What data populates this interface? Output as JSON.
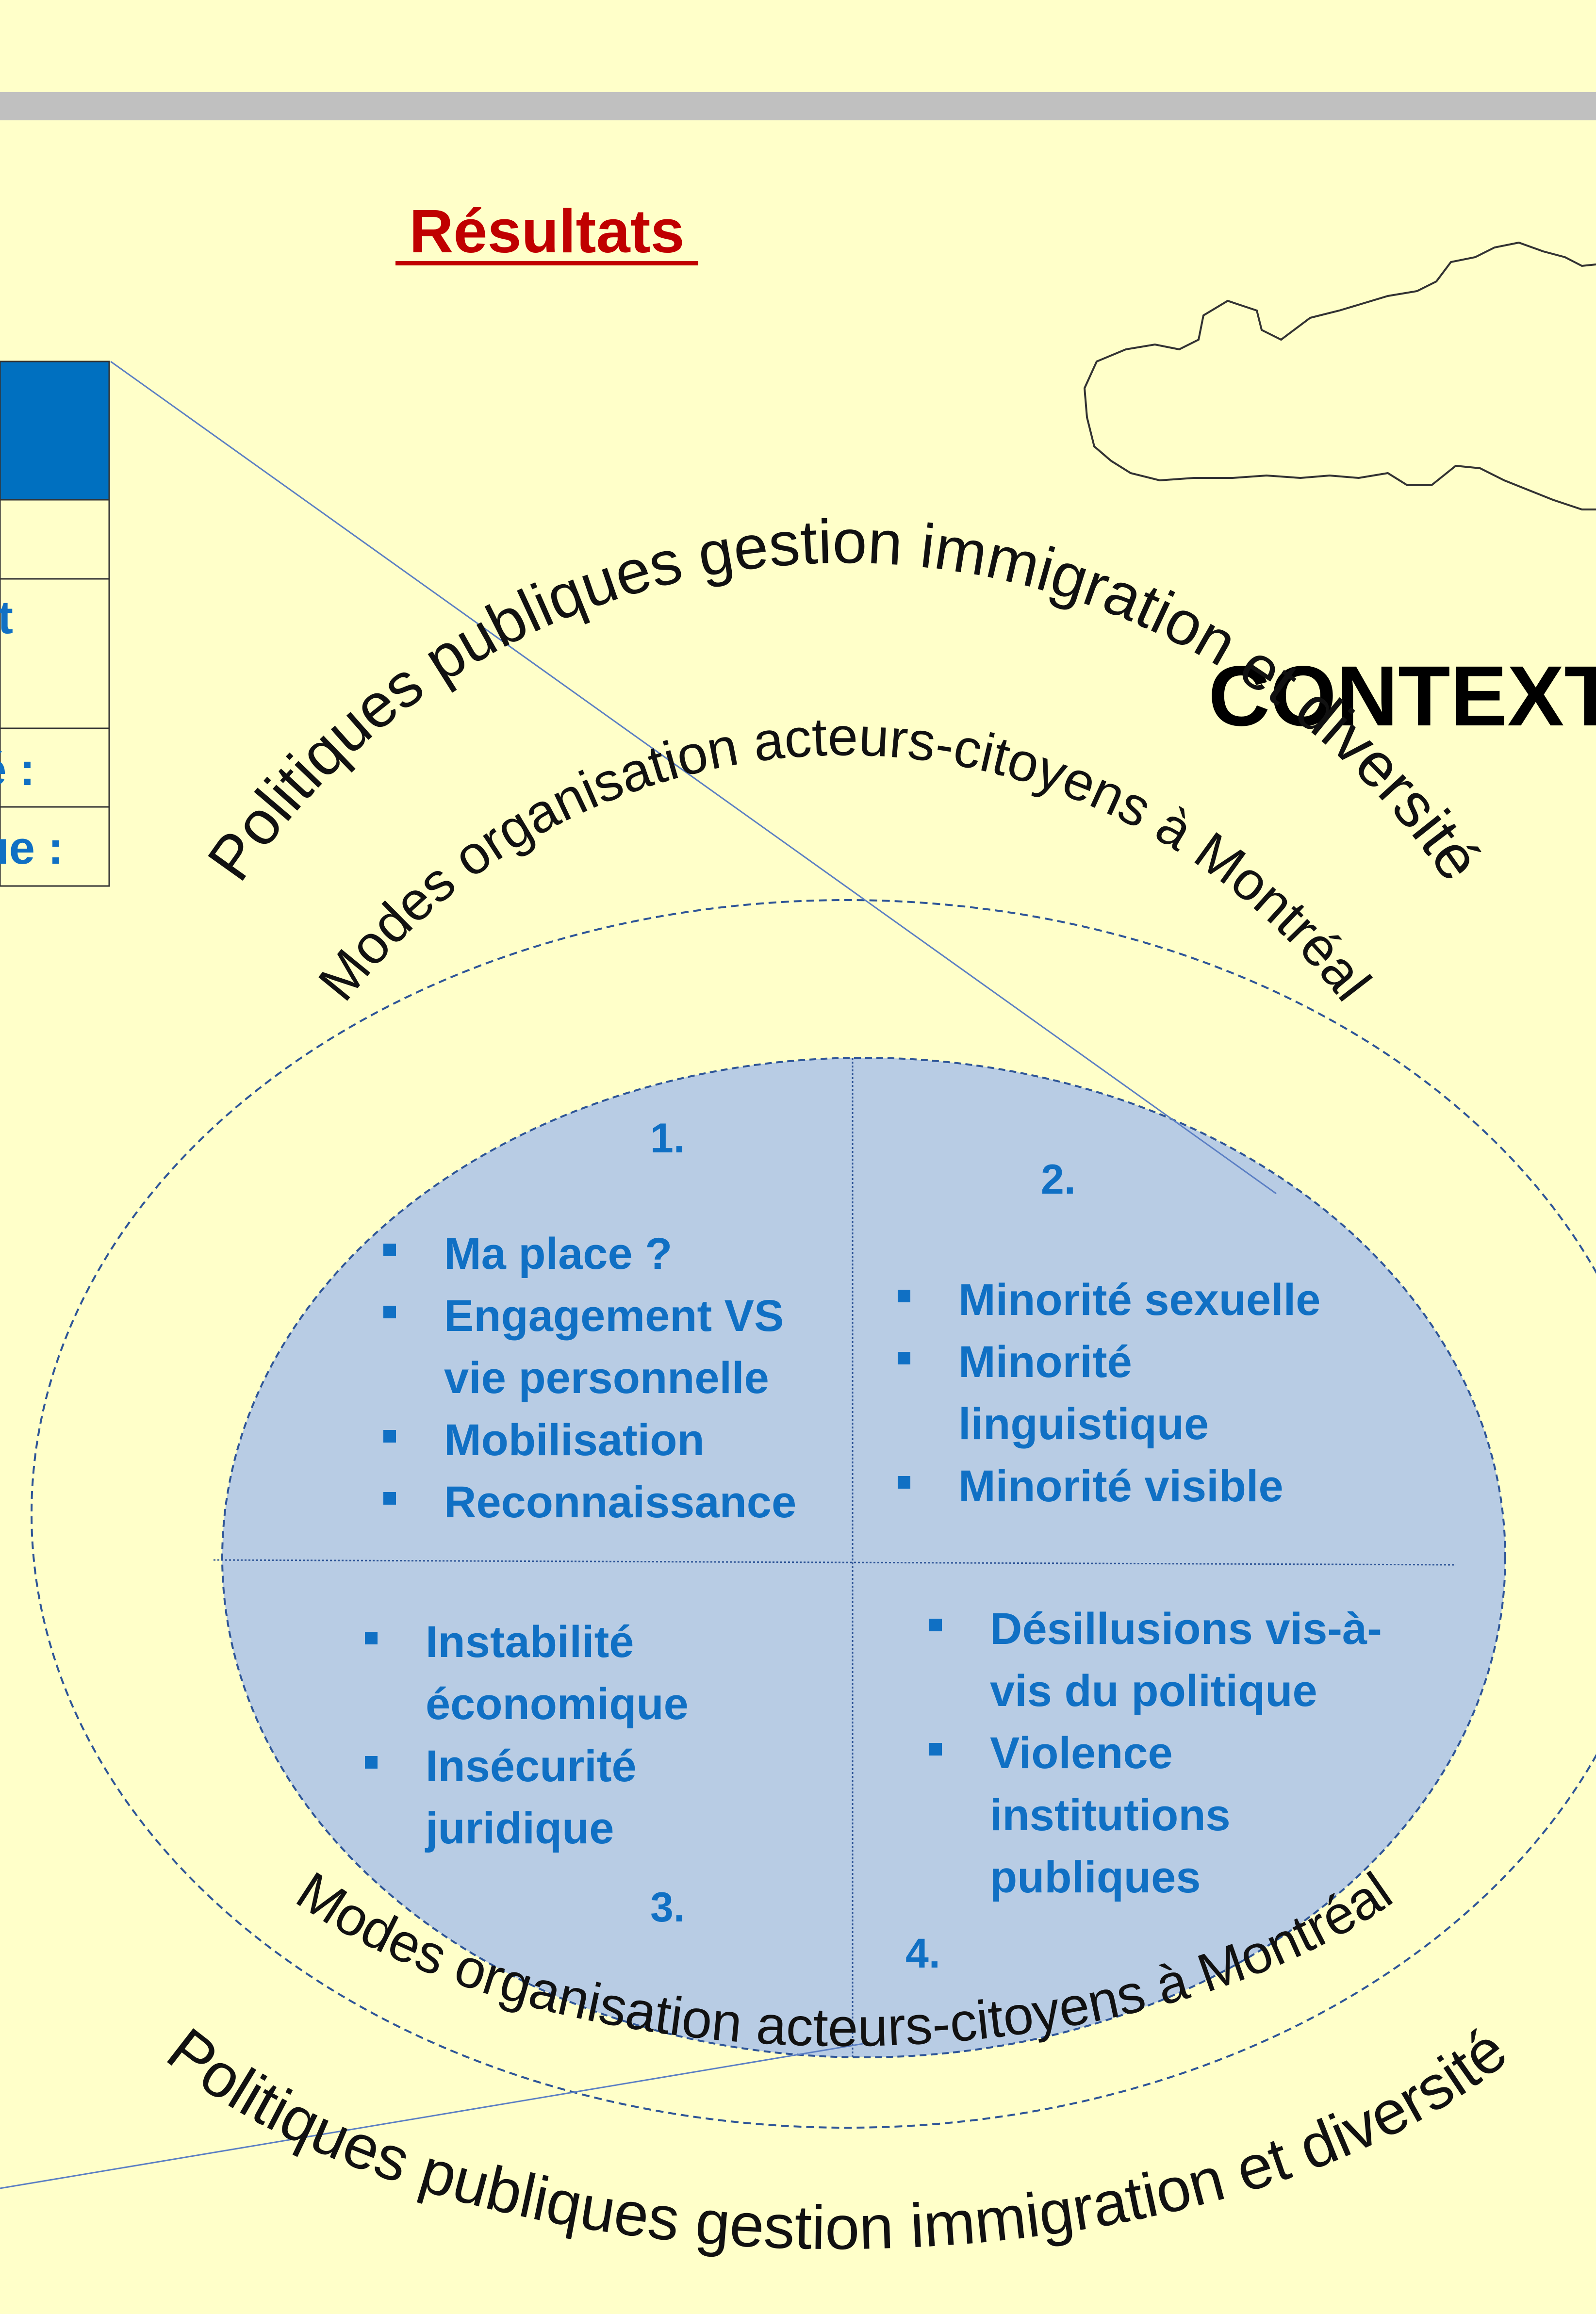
{
  "header": {
    "title": "Résultats",
    "title_color": "#c00000",
    "band_color": "#c0c0c0"
  },
  "context_label": "CONTEXT",
  "left_table": {
    "header_color": "#0070c0",
    "rows": [
      "",
      "t",
      "é :",
      "ue :"
    ]
  },
  "arcs": {
    "outer_top": "Politiques publiques gestion immigration et diversité",
    "inner_top": "Modes organisation acteurs-citoyens à Montréal",
    "inner_bottom": "Modes organisation acteurs-citoyens à Montréal",
    "outer_bottom": "Politiques publiques gestion immigration et diversité"
  },
  "quadrants": [
    {
      "number": "1.",
      "items": [
        [
          "Ma place ?"
        ],
        [
          "Engagement VS",
          "vie personnelle"
        ],
        [
          "Mobilisation"
        ],
        [
          "Reconnaissance"
        ]
      ]
    },
    {
      "number": "2.",
      "items": [
        [
          "Minorité sexuelle"
        ],
        [
          "Minorité",
          "linguistique"
        ],
        [
          "Minorité visible"
        ]
      ]
    },
    {
      "number": "3.",
      "items": [
        [
          "Instabilité",
          "économique"
        ],
        [
          "Insécurité",
          "juridique"
        ]
      ]
    },
    {
      "number": "4.",
      "items": [
        [
          "Désillusions vis-à-",
          "vis du politique"
        ],
        [
          "Violence",
          "institutions",
          "publiques"
        ]
      ]
    }
  ],
  "colors": {
    "background": "#ffffc9",
    "ellipse_fill": "#b8cce4",
    "ellipse_stroke": "#2e5597",
    "item_text": "#1070c4",
    "arc_text": "#111111"
  },
  "icons": {
    "bullet": "square-bullet-icon",
    "map_outline": "map-outline-icon"
  }
}
